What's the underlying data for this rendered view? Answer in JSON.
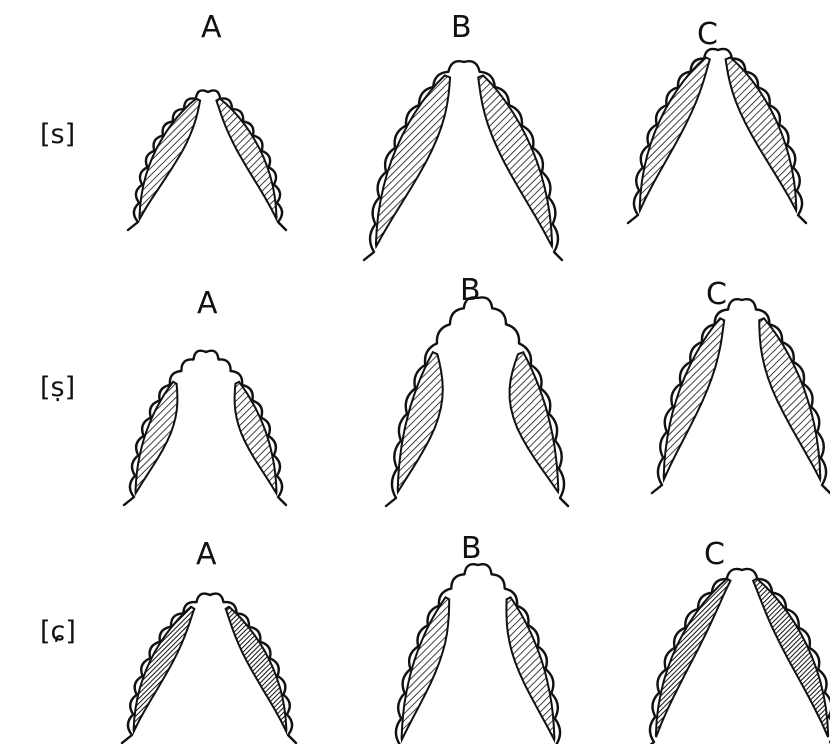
{
  "columns": [
    "A",
    "B",
    "C"
  ],
  "rows": [
    {
      "label": "[s]",
      "cells": [
        {
          "column": "A",
          "contact": "light"
        },
        {
          "column": "B",
          "contact": "light"
        },
        {
          "column": "C",
          "contact": "light"
        }
      ]
    },
    {
      "label": "[ṣ]",
      "cells": [
        {
          "column": "A",
          "contact": "light"
        },
        {
          "column": "B",
          "contact": "light"
        },
        {
          "column": "C",
          "contact": "light"
        }
      ]
    },
    {
      "label": "[ɕ]",
      "cells": [
        {
          "column": "A",
          "contact": "dense"
        },
        {
          "column": "B",
          "contact": "light"
        },
        {
          "column": "C",
          "contact": "dense"
        }
      ]
    }
  ],
  "colors": {
    "ink": "#111111",
    "background": "#ffffff"
  }
}
